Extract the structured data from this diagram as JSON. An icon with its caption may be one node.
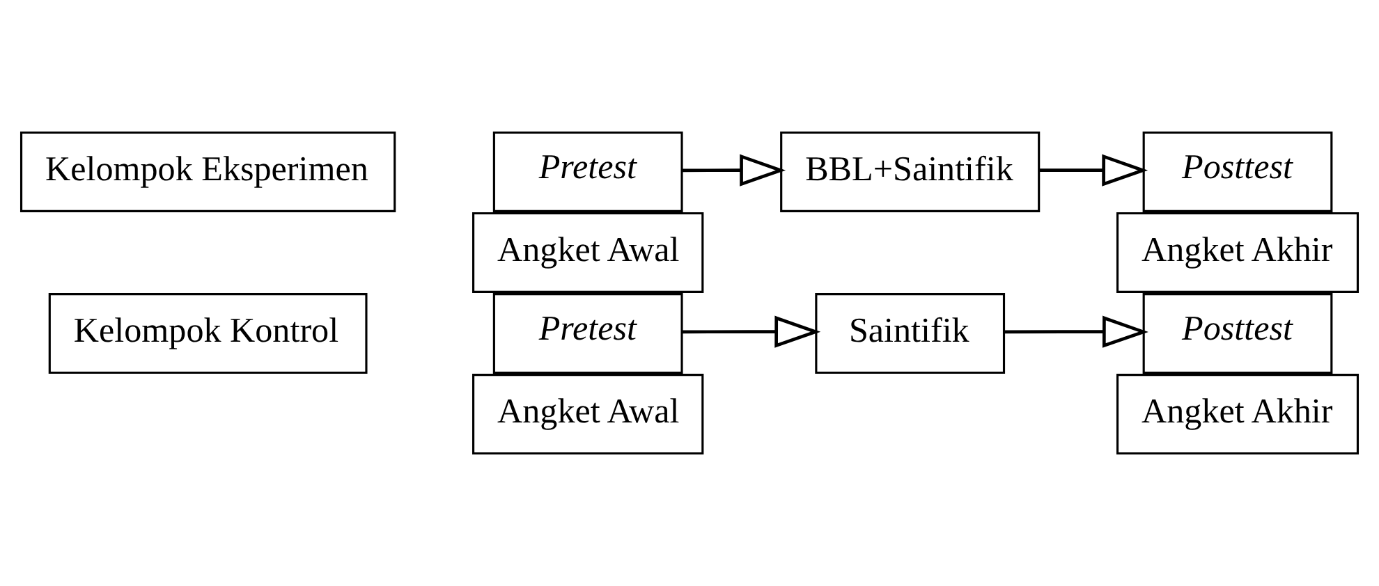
{
  "diagram": {
    "nodes": [
      {
        "text": [
          "Kelompok Eksperimen"
        ]
      },
      {
        "text": [
          "Pretest"
        ]
      },
      {
        "text": [
          "Angket Awal"
        ]
      },
      {
        "text": [
          "BBL+Saintifik"
        ]
      },
      {
        "text": [
          "Posttest"
        ]
      },
      {
        "text": [
          "Angket Akhir"
        ]
      },
      {
        "text": [
          "Kelompok Kontrol"
        ]
      },
      {
        "text": [
          "Pretest"
        ]
      },
      {
        "text": [
          "Angket Awal"
        ]
      },
      {
        "text": [
          "Saintifik"
        ]
      },
      {
        "text": [
          "Posttest"
        ]
      },
      {
        "text": [
          "Angket Akhir"
        ]
      }
    ],
    "edges": [
      {
        "from": 1,
        "to": 3,
        "arrow": "to"
      },
      {
        "from": 3,
        "to": 4,
        "arrow": "to"
      },
      {
        "from": 7,
        "to": 9,
        "arrow": "to"
      },
      {
        "from": 9,
        "to": 10,
        "arrow": "to"
      }
    ]
  }
}
